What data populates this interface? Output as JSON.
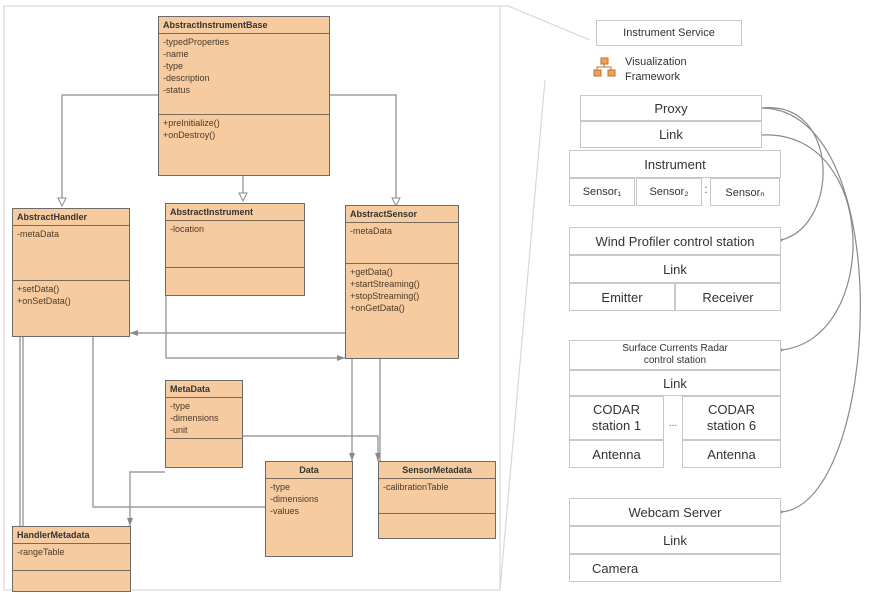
{
  "uml": {
    "base": {
      "name": "AbstractInstrumentBase",
      "attrs": [
        "-typedProperties",
        "-name",
        "-type",
        "-description",
        "-status"
      ],
      "ops": [
        "+preInitialize()",
        "+onDestroy()"
      ]
    },
    "handler": {
      "name": "AbstractHandler",
      "attrs": [
        "-metaData"
      ],
      "ops": [
        "+setData()",
        "+onSetData()"
      ]
    },
    "instrument": {
      "name": "AbstractInstrument",
      "attrs": [
        "-location"
      ],
      "ops": []
    },
    "sensor": {
      "name": "AbstractSensor",
      "attrs": [
        "-metaData"
      ],
      "ops": [
        "+getData()",
        "+startStreaming()",
        "+stopStreaming()",
        "+onGetData()"
      ]
    },
    "metadata": {
      "name": "MetaData",
      "attrs": [
        "-type",
        "-dimensions",
        "-unit"
      ]
    },
    "data": {
      "name": "Data",
      "attrs": [
        "-type",
        "-dimensions",
        "-values"
      ]
    },
    "sensor_metadata": {
      "name": "SensorMetadata",
      "attrs": [
        "-calibrationTable"
      ]
    },
    "handler_metadata": {
      "name": "HandlerMetadata",
      "attrs": [
        "-rangeTable"
      ]
    }
  },
  "stack": {
    "instrument_service": "Instrument Service",
    "viz_line1": "Visualization",
    "viz_line2": "Framework",
    "proxy": "Proxy",
    "link": "Link",
    "instrument": "Instrument",
    "sensors": [
      "Sensor₁",
      "Sensor₂",
      "Sensorₙ"
    ],
    "sensor_dots": ":"
  },
  "stations": {
    "wind": {
      "title": "Wind Profiler control station",
      "link": "Link",
      "emitter": "Emitter",
      "receiver": "Receiver"
    },
    "codar": {
      "title_line1": "Surface Currents Radar",
      "title_line2": "control station",
      "link": "Link",
      "st1_line1": "CODAR",
      "st1_line2": "station 1",
      "dots": "...",
      "st6_line1": "CODAR",
      "st6_line2": "station 6",
      "antenna1": "Antenna",
      "antenna2": "Antenna"
    },
    "webcam": {
      "title": "Webcam Server",
      "link": "Link",
      "camera": "Camera"
    }
  },
  "colors": {
    "class_fill": "#f6cba0",
    "class_border": "#6b6b6b",
    "wire": "#8a8a8a",
    "box_border": "#c8c8c8"
  },
  "icons": [
    "framework-icon"
  ]
}
